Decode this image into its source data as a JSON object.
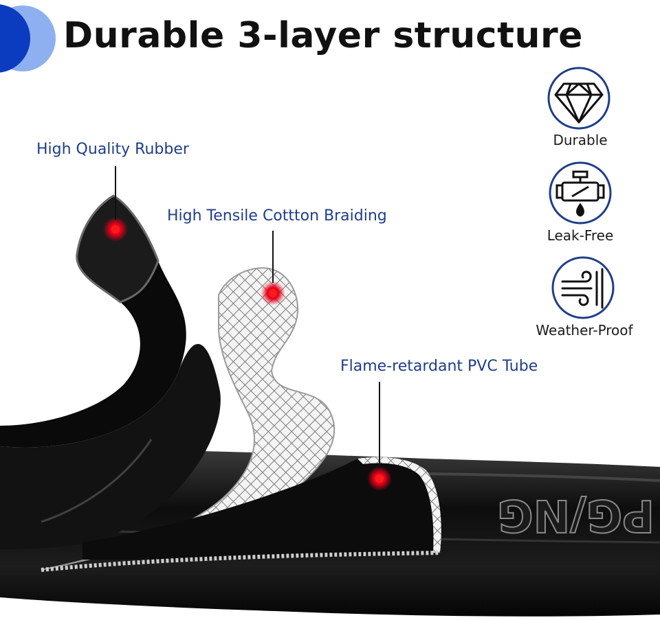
{
  "title": "Durable 3-layer structure",
  "callouts": {
    "rubber": "High Quality Rubber",
    "braiding": "High Tensile Cottton Braiding",
    "pvc": "Flame-retardant PVC Tube"
  },
  "features": [
    {
      "label": "Durable",
      "icon": "diamond-icon"
    },
    {
      "label": "Leak-Free",
      "icon": "valve-drop-icon"
    },
    {
      "label": "Weather-Proof",
      "icon": "wind-icon"
    }
  ],
  "hose_emboss": "PG/NG",
  "colors": {
    "accent_dark": "#0b3bbf",
    "accent_light": "#8fb0f0",
    "callout_text": "#1f3d8a",
    "icon_ring": "#1f3d8a",
    "marker": "#e3001b"
  }
}
